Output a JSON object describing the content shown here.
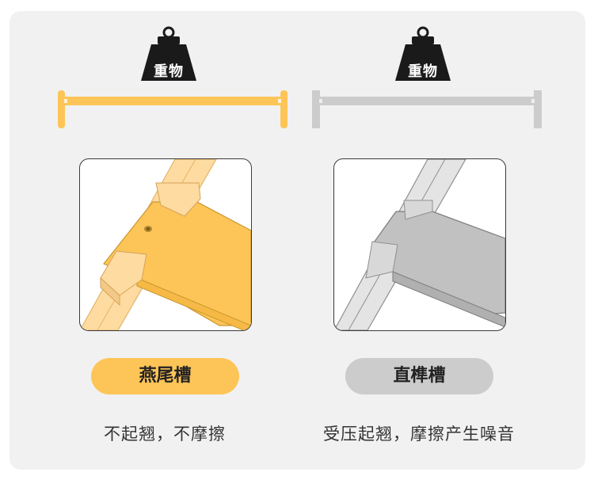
{
  "left": {
    "weight_label": "重物",
    "joint_name": "燕尾槽",
    "caption": "不起翘，不摩擦"
  },
  "right": {
    "weight_label": "重物",
    "joint_name": "直榫槽",
    "caption": "受压起翘，摩擦产生噪音"
  },
  "colors": {
    "accent": "#fdc557",
    "accent_light": "#fedba0",
    "gray": "#cccccc",
    "gray_dark": "#bebebe",
    "weight_black": "#1a1a1a"
  }
}
